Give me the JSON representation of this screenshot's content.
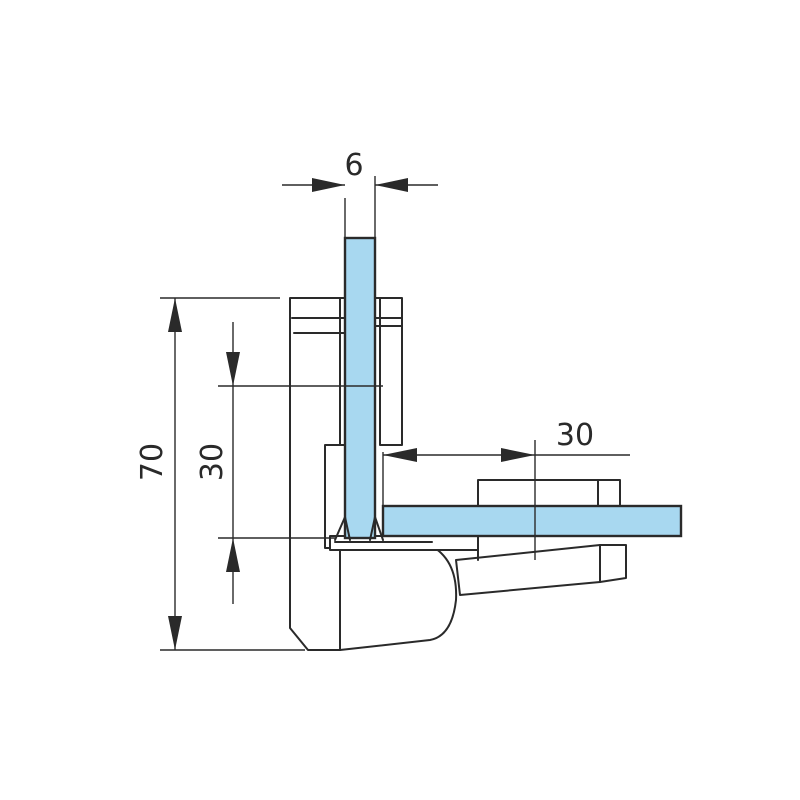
{
  "colors": {
    "glass": "#a8d8f0",
    "line": "#2a2a2a",
    "background": "#ffffff"
  },
  "dimensions": {
    "glass_thickness": "6",
    "overall_height": "70",
    "inner_height": "30",
    "horizontal_offset": "30"
  }
}
